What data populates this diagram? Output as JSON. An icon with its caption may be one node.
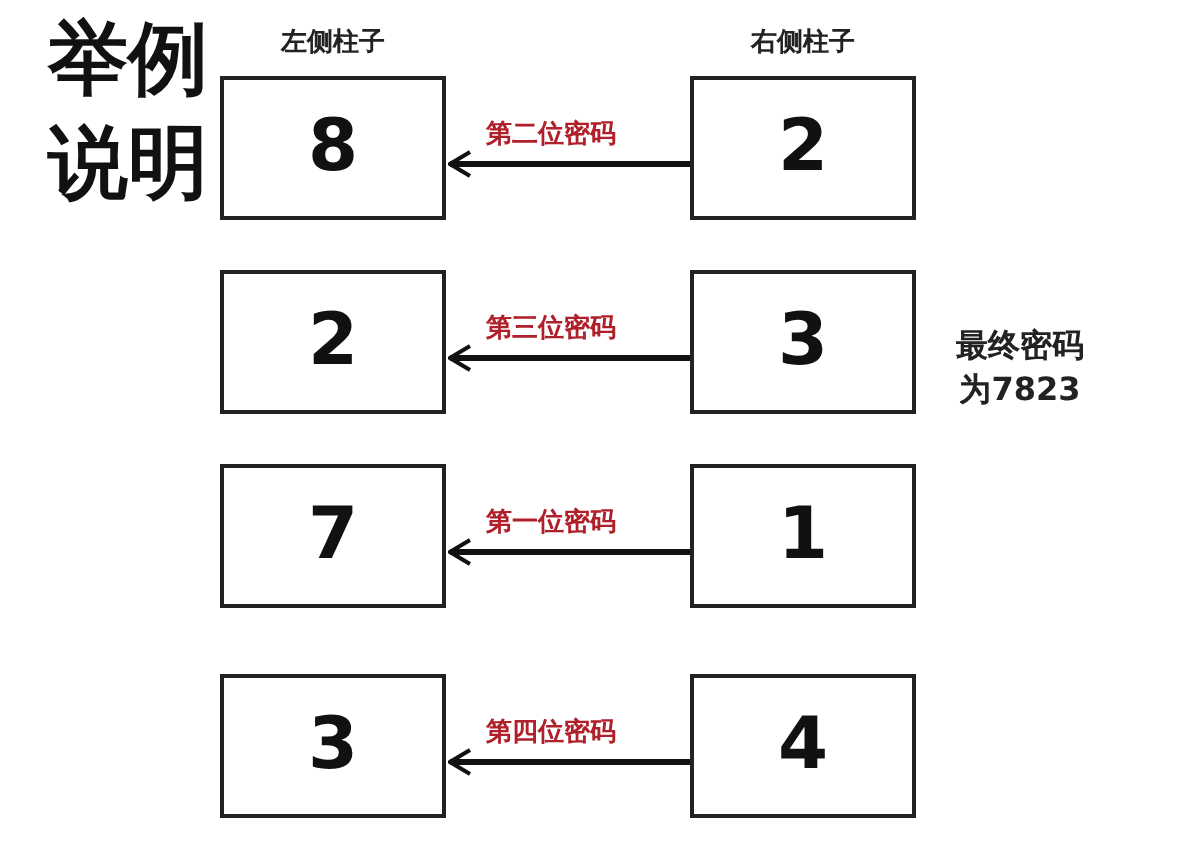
{
  "diagram": {
    "title": "举例说明",
    "nodes": [
      {
        "text": [
          "8"
        ],
        "beside": [
          "左侧柱子"
        ]
      },
      {
        "text": [
          "2"
        ],
        "beside": [
          "右侧柱子"
        ]
      },
      {
        "text": [
          "2"
        ]
      },
      {
        "text": [
          "3"
        ]
      },
      {
        "text": [
          "7"
        ]
      },
      {
        "text": [
          "1"
        ]
      },
      {
        "text": [
          "3"
        ]
      },
      {
        "text": [
          "4"
        ]
      }
    ],
    "edges": [
      {
        "from": 1,
        "to": 0,
        "arrow": "to",
        "label": "第二位密码"
      },
      {
        "from": 3,
        "to": 2,
        "arrow": "to",
        "label": "第三位密码"
      },
      {
        "from": 5,
        "to": 4,
        "arrow": "to",
        "label": "第一位密码"
      },
      {
        "from": 7,
        "to": 6,
        "arrow": "to",
        "label": "第四位密码"
      }
    ],
    "labels": [
      "最终密码为7823"
    ]
  }
}
